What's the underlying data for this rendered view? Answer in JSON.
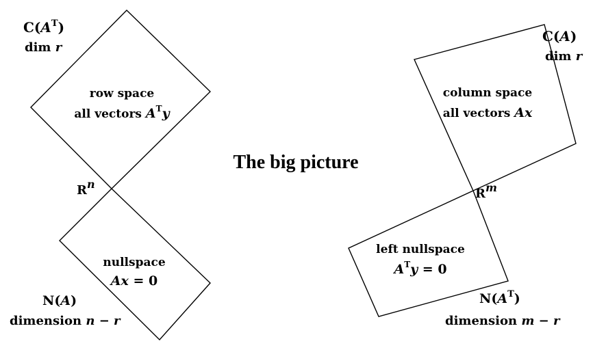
{
  "title": "The big picture",
  "left": {
    "row_space": {
      "name": "C(Aᵀ)",
      "name_parts": {
        "fn": "C(",
        "var": "A",
        "sup": "T",
        "close": ")"
      },
      "dim_prefix": "dim ",
      "dim_var": "r",
      "label_line1": "row space",
      "label_line2_prefix": "all vectors ",
      "label_line2_var": "A",
      "label_line2_sup": "T",
      "label_line2_var2": "y"
    },
    "space": {
      "base": "R",
      "sup": "n"
    },
    "nullspace": {
      "label_line1": "nullspace",
      "eq_var1": "Ax",
      "eq_rest": " = 0",
      "name_fn": "N(",
      "name_var": "A",
      "name_close": ")",
      "dim_prefix": "dimension ",
      "dim_expr": "n − r"
    }
  },
  "right": {
    "column_space": {
      "name_fn": "C(",
      "name_var": "A",
      "name_close": ")",
      "dim_prefix": "dim ",
      "dim_var": "r",
      "label_line1": "column space",
      "label_line2_prefix": "all vectors ",
      "label_line2_var": "Ax"
    },
    "space": {
      "base": "R",
      "sup": "m"
    },
    "left_nullspace": {
      "label_line1": "left nullspace",
      "eq_var": "A",
      "eq_sup": "T",
      "eq_var2": "y",
      "eq_rest": " = 0",
      "name_fn": "N(",
      "name_var": "A",
      "name_sup": "T",
      "name_close": ")",
      "dim_prefix": "dimension ",
      "dim_expr": "m − r"
    }
  }
}
